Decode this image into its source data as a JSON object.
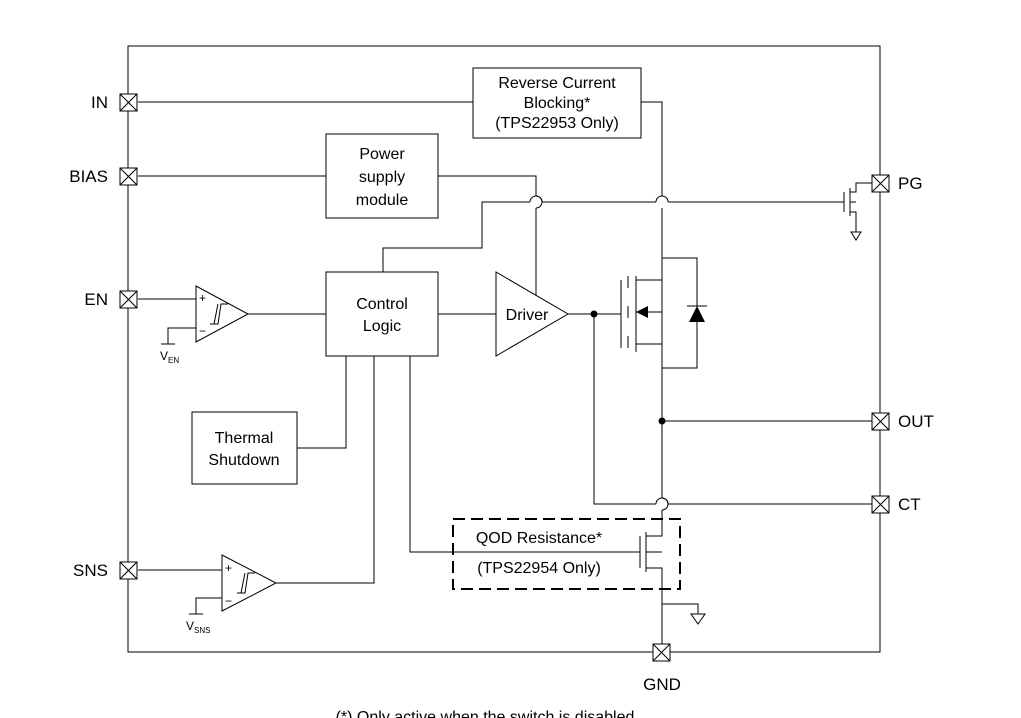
{
  "pins": {
    "in": "IN",
    "bias": "BIAS",
    "en": "EN",
    "sns": "SNS",
    "pg": "PG",
    "out": "OUT",
    "ct": "CT",
    "gnd": "GND"
  },
  "blocks": {
    "reverse_current": [
      "Reverse Current",
      "Blocking*",
      "(TPS22953 Only)"
    ],
    "power_supply": [
      "Power",
      "supply",
      "module"
    ],
    "control_logic": [
      "Control",
      "Logic"
    ],
    "driver": "Driver",
    "thermal": [
      "Thermal",
      "Shutdown"
    ],
    "qod": [
      "QOD Resistance*",
      "(TPS22954 Only)"
    ]
  },
  "comparators": {
    "plus": "+",
    "minus": "−",
    "ven_main": "V",
    "ven_sub": "EN",
    "vsns_main": "V",
    "vsns_sub": "SNS"
  },
  "footnote": "(*) Only active when the switch is disabled"
}
